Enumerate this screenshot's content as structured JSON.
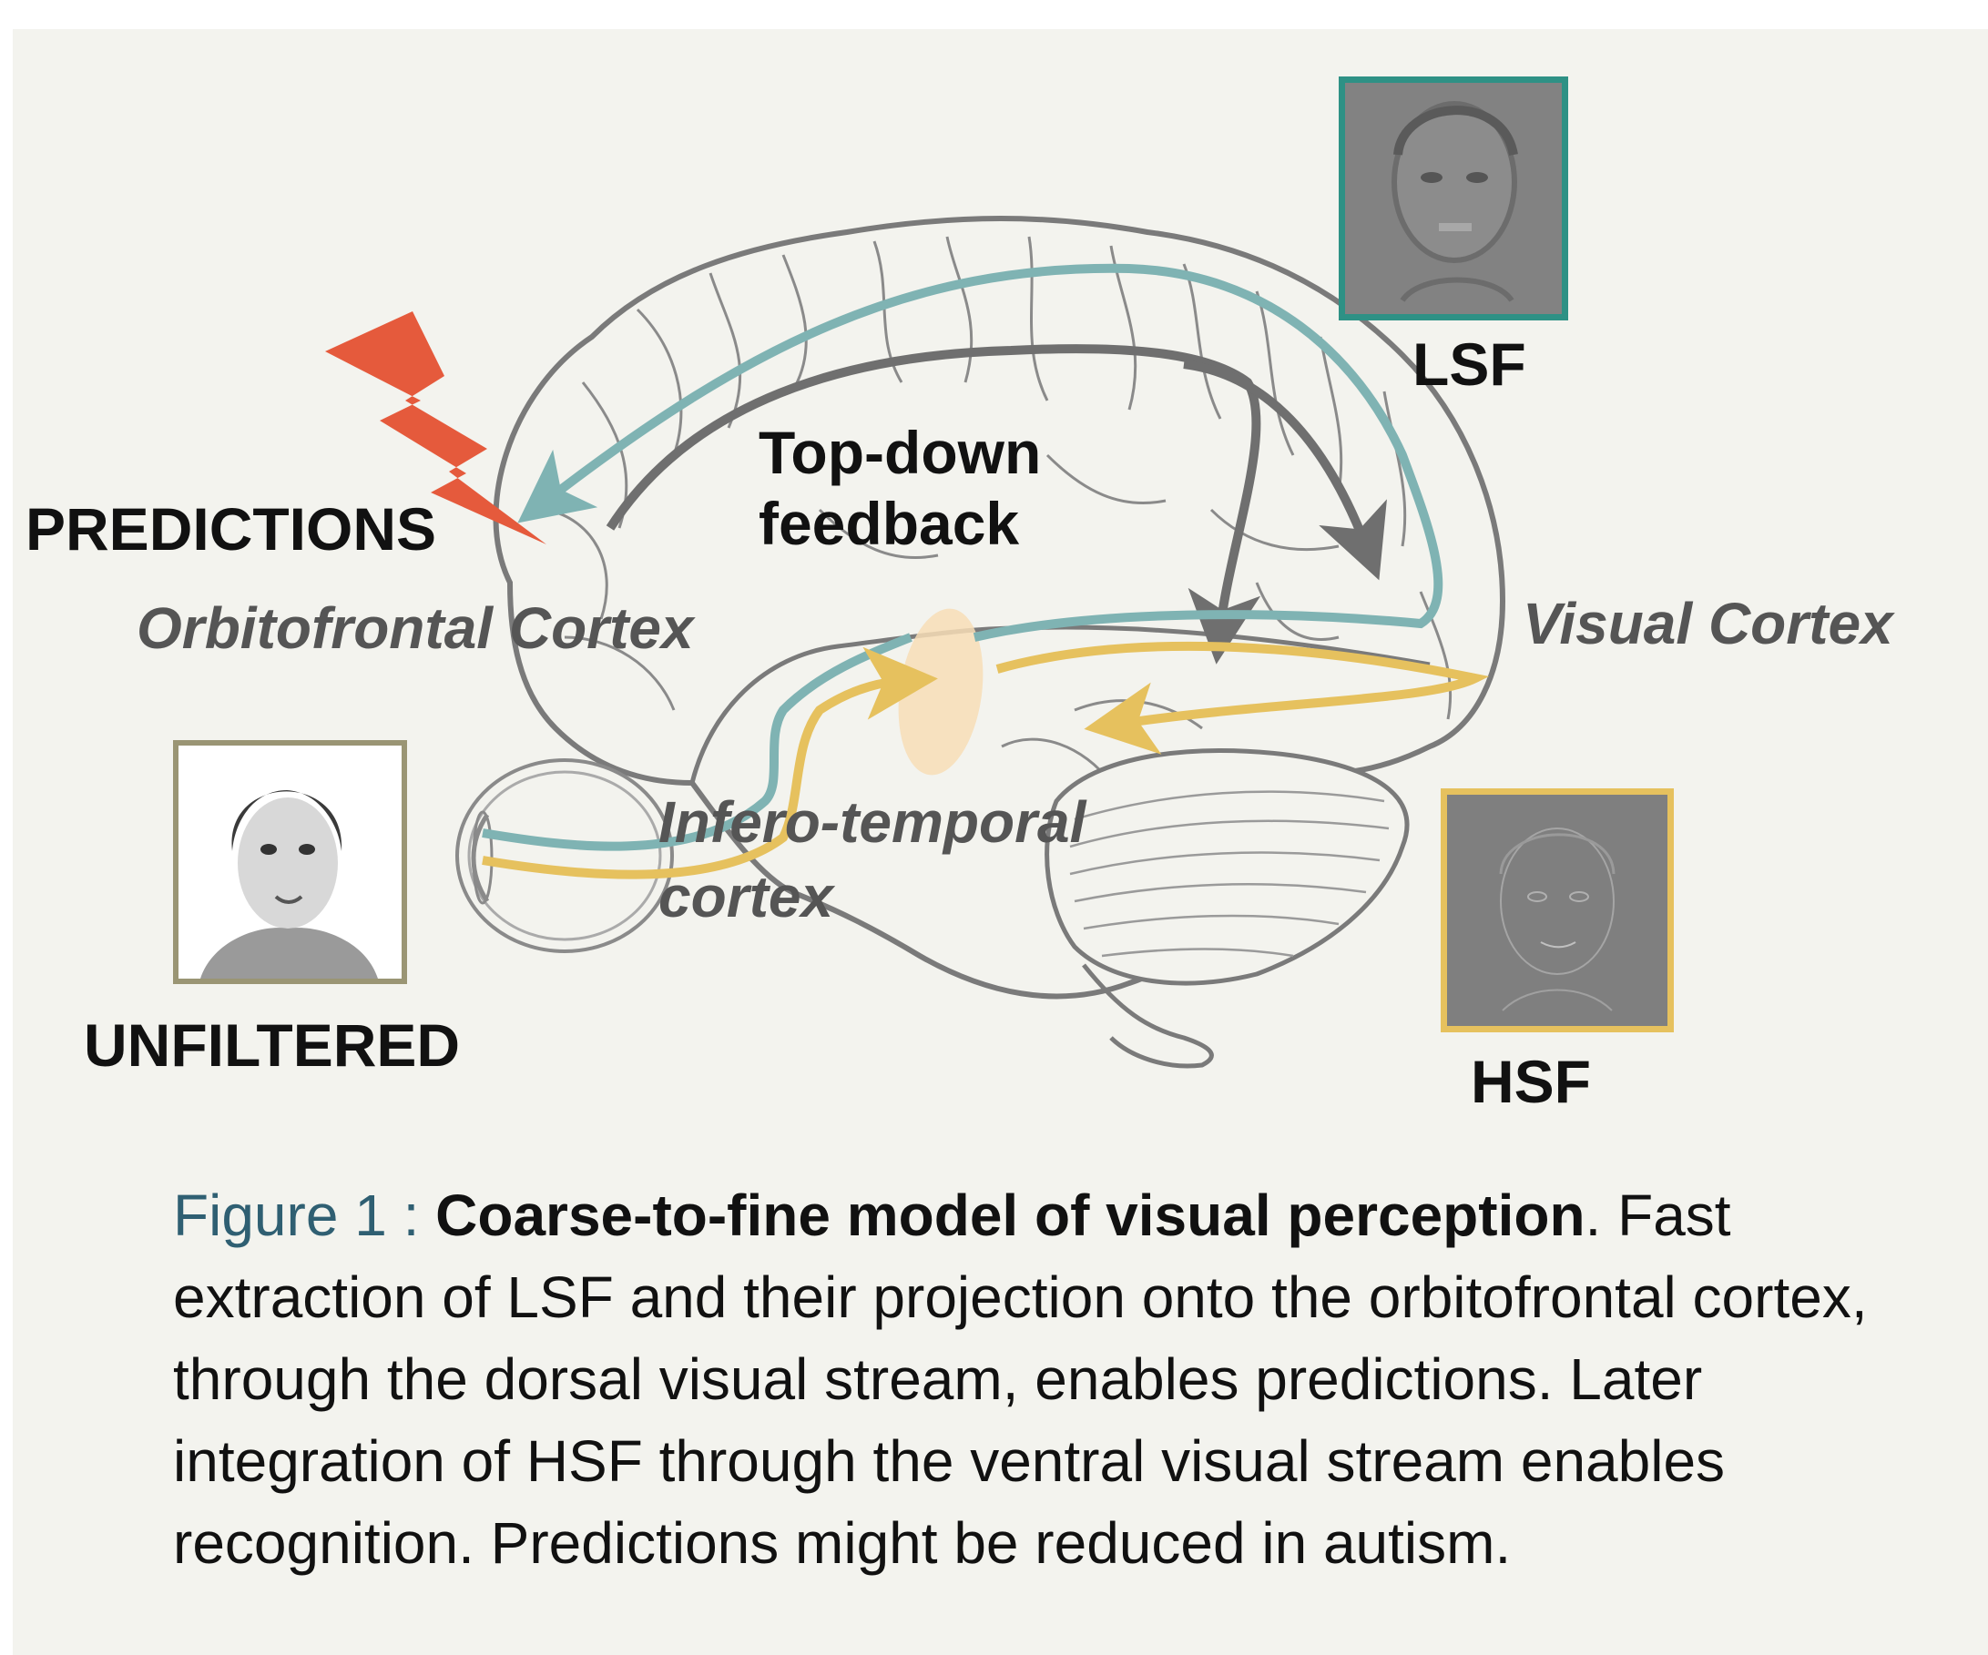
{
  "labels": {
    "predictions": "PREDICTIONS",
    "top_down": [
      "Top-down",
      "feedback"
    ],
    "lsf": "LSF",
    "hsf": "HSF",
    "unfiltered": "UNFILTERED"
  },
  "regions": {
    "orbitofrontal": "Orbitofrontal Cortex",
    "visual": "Visual Cortex",
    "infero_temporal": [
      "Infero-temporal",
      "cortex"
    ]
  },
  "caption": {
    "prefix": "Figure 1 :",
    "title": "Coarse-to-fine model of visual perception",
    "body": ". Fast extraction of LSF and their projection onto the orbitofrontal cortex, through the dorsal visual stream, enables predictions. Later integration of HSF through the ventral visual stream enables recognition. Predictions might be reduced in autism."
  },
  "colors": {
    "background": "#f3f3ee",
    "lsf_path": "#7fb3b3",
    "hsf_path": "#e6c15e",
    "feedback_path": "#6f6f6f",
    "lightning": "#e55a3c",
    "lsf_frame": "#2e9185",
    "hsf_frame": "#e6c15e",
    "unfiltered_frame": "#9a9574",
    "caption_prefix": "#2f5f72"
  }
}
